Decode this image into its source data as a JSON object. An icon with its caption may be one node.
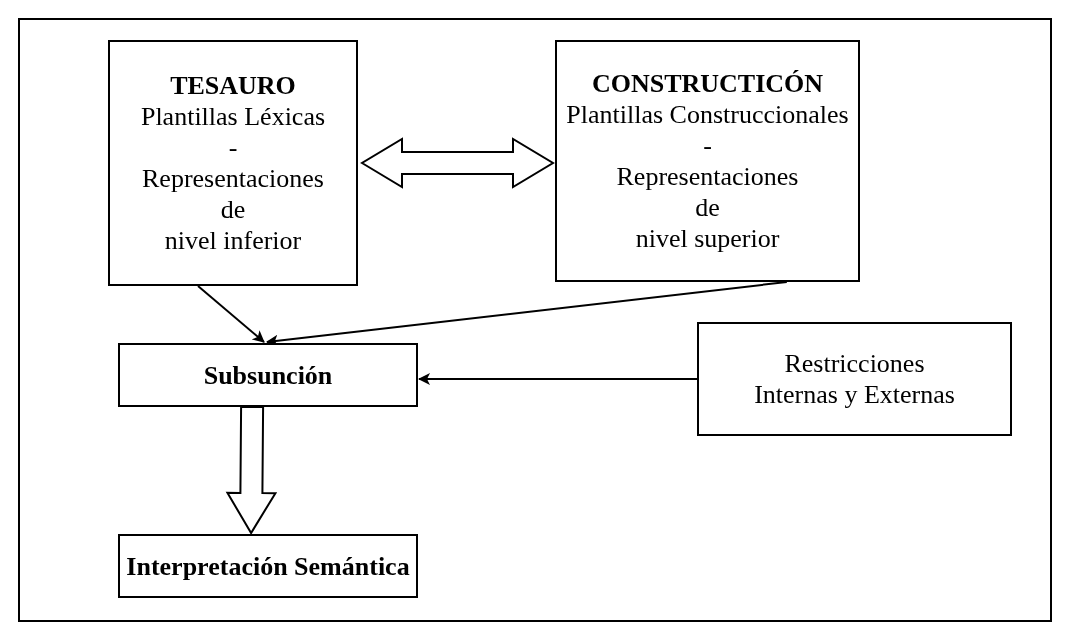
{
  "diagram": {
    "nodes": [
      {
        "text": [
          "TESAURO",
          "Plantillas Léxicas",
          "-",
          "Representaciones",
          "de",
          "nivel inferior"
        ]
      },
      {
        "text": [
          "CONSTRUCTICÓN",
          "Plantillas Construccionales",
          "-",
          "Representaciones",
          "de",
          "nivel superior"
        ]
      },
      {
        "text": [
          "Subsunción"
        ]
      },
      {
        "text": [
          "Restricciones Internas y Externas"
        ]
      },
      {
        "text": [
          "Interpretación Semántica"
        ]
      }
    ],
    "edges": [
      {
        "from": 0,
        "to": 1,
        "arrow": "both",
        "style": "thick"
      },
      {
        "from": 0,
        "to": 2,
        "arrow": "to"
      },
      {
        "from": 1,
        "to": 2,
        "arrow": "to"
      },
      {
        "from": 3,
        "to": 2,
        "arrow": "to"
      },
      {
        "from": 2,
        "to": 4,
        "arrow": "to",
        "style": "thick"
      }
    ]
  }
}
